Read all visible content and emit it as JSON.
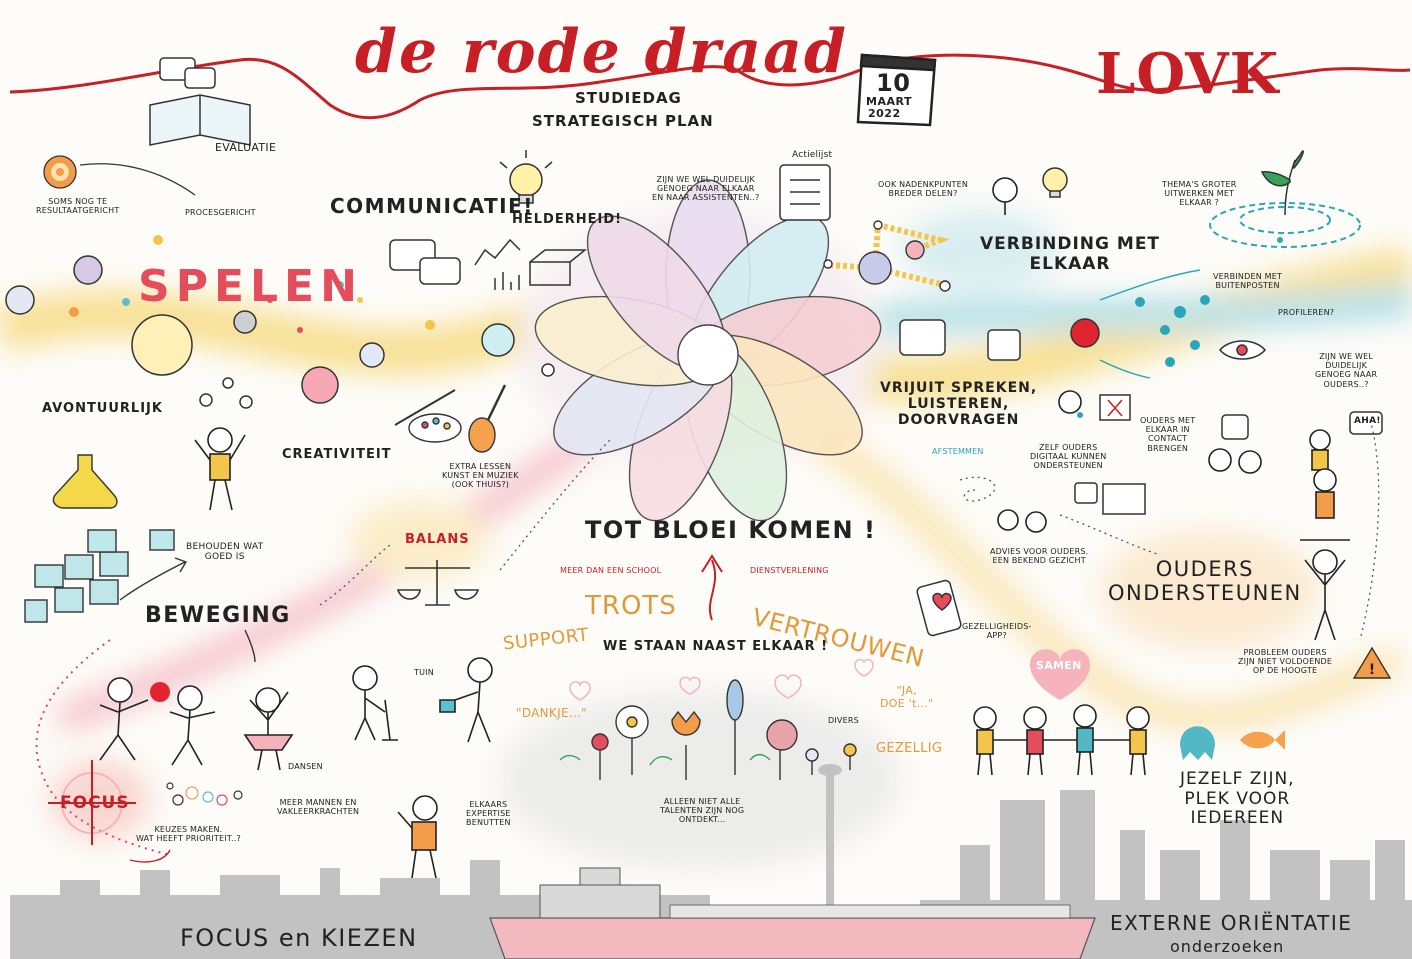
{
  "header": {
    "title": "de rode draad",
    "subtitle_line1": "STUDIEDAG",
    "subtitle_line2": "STRATEGISCH PLAN",
    "date_day": "10",
    "date_month": "MAART",
    "date_year": "2022",
    "logo": "LOVK"
  },
  "left": {
    "evaluatie": "EVALUATIE",
    "soms": "SOMS NOG TE\nRESULTAATGERICHT",
    "procesgericht": "PROCESGERICHT",
    "spelen": "SPELEN",
    "avontuurlijk": "AVONTUURLIJK",
    "creativiteit": "CREATIVITEIT",
    "extra_lessen": "EXTRA LESSEN\nKUNST EN MUZIEK\n(OOK THUIS?)",
    "behouden": "BEHOUDEN WAT\nGOED IS",
    "balans": "BALANS",
    "beweging": "BEWEGING",
    "tuin": "TUIN",
    "dansen": "DANSEN",
    "focus": "FOCUS",
    "keuzes": "KEUZES MAKEN.\nWAT HEEFT PRIORITEIT..?",
    "meer_mannen": "MEER MANNEN EN\nVAKLEERKRACHTEN",
    "elkaars": "ELKAARS\nEXPERTISE\nBENUTTEN",
    "focus_kiezen": "FOCUS en KIEZEN"
  },
  "center": {
    "communicatie": "COMMUNICATIE!",
    "helderheid": "HELDERHEID!",
    "actielijst": "Actielijst",
    "zijn_we_wel": "ZIJN WE WEL DUIDELIJK\nGENOEG NAAR ELKAAR\nEN NAAR ASSISTENTEN..?",
    "tot_bloei": "TOT BLOEI KOMEN !",
    "meer_dan": "MEER DAN EEN SCHOOL",
    "dienstverlening": "DIENSTVERLENING",
    "trots": "TROTS",
    "vertrouwen": "VERTROUWEN",
    "support": "SUPPORT",
    "naast_elkaar": "WE STAAN NAAST ELKAAR !",
    "dankje": "\"DANKJE...\"",
    "ja_doe": "\"JA,\nDOE 't...\"",
    "divers": "DIVERS",
    "gezellig": "GEZELLIG",
    "alleen_niet": "ALLEEN NIET ALLE\nTALENTEN ZIJN NOG\nONTDEKT..."
  },
  "right": {
    "ook_nadenk": "OOK NADENKPUNTEN\nBREDER DELEN?",
    "themas": "THEMA'S GROTER\nUITWERKEN MET\nELKAAR ?",
    "verbinding": "VERBINDING MET\nELKAAR",
    "verbinden": "VERBINDEN MET\nBUITENPOSTEN",
    "profileren": "PROFILEREN?",
    "zijn_ouders": "ZIJN WE WEL\nDUIDELIJK\nGENOEG NAAR\nOUDERS..?",
    "vrijuit": "VRIJUIT SPREKEN,\nLUISTEREN,\nDOORVRAGEN",
    "afstemmen": "AFSTEMMEN",
    "zelf_ouders": "ZELF OUDERS\nDIGITAAL KUNNEN\nONDERSTEUNEN",
    "ouders_met": "OUDERS MET\nELKAAR IN\nCONTACT\nBRENGEN",
    "aha": "AHA!",
    "advies": "ADVIES VOOR OUDERS.\nEEN BEKEND GEZICHT",
    "ouders_ondersteunen": "OUDERS\nONDERSTEUNEN",
    "gezelligheids": "GEZELLIGHEIDS-\nAPP?",
    "samen": "SAMEN",
    "probleem": "PROBLEEM OUDERS\nZIJN NIET VOLDOENDE\nOP DE HOOGTE",
    "jezelf": "JEZELF ZIJN,\nPLEK VOOR\nIEDEREEN",
    "externe": "EXTERNE ORIËNTATIE",
    "onderzoeken": "onderzoeken"
  },
  "colors": {
    "red": "#c62026",
    "yellow_band": "#f6d874",
    "blue_band": "#9fd8e0",
    "pink_band": "#f4b4bf",
    "skyline": "#bdbdbd",
    "teal": "#2aa6b8"
  },
  "icons": [
    "target-icon",
    "bulb-icon",
    "speech-bubble-icon",
    "book-icon",
    "calendar-icon",
    "flower-icon",
    "checklist-icon",
    "scales-icon",
    "palette-icon",
    "guitar-icon",
    "eye-icon",
    "phone-icon",
    "warning-icon",
    "plant-icon",
    "fish-icon",
    "skyline-icon",
    "ship-icon"
  ]
}
